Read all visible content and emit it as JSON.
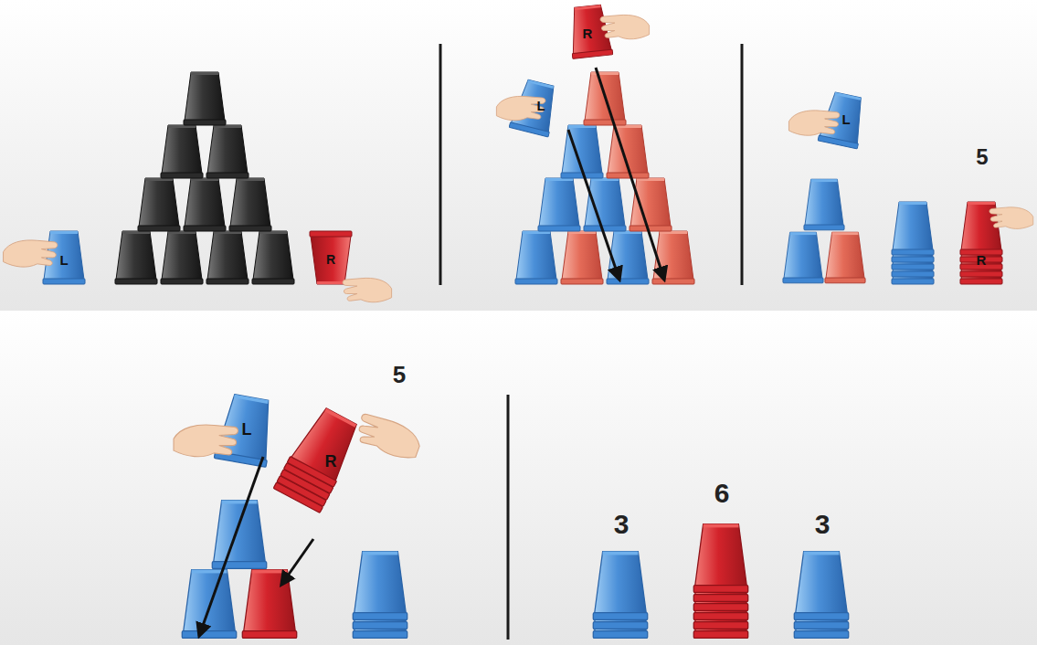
{
  "diagram": {
    "labels": [
      "L",
      "R",
      "R",
      "L",
      "L",
      "5",
      "R",
      "5",
      "L",
      "R",
      "3",
      "6",
      "3"
    ]
  }
}
